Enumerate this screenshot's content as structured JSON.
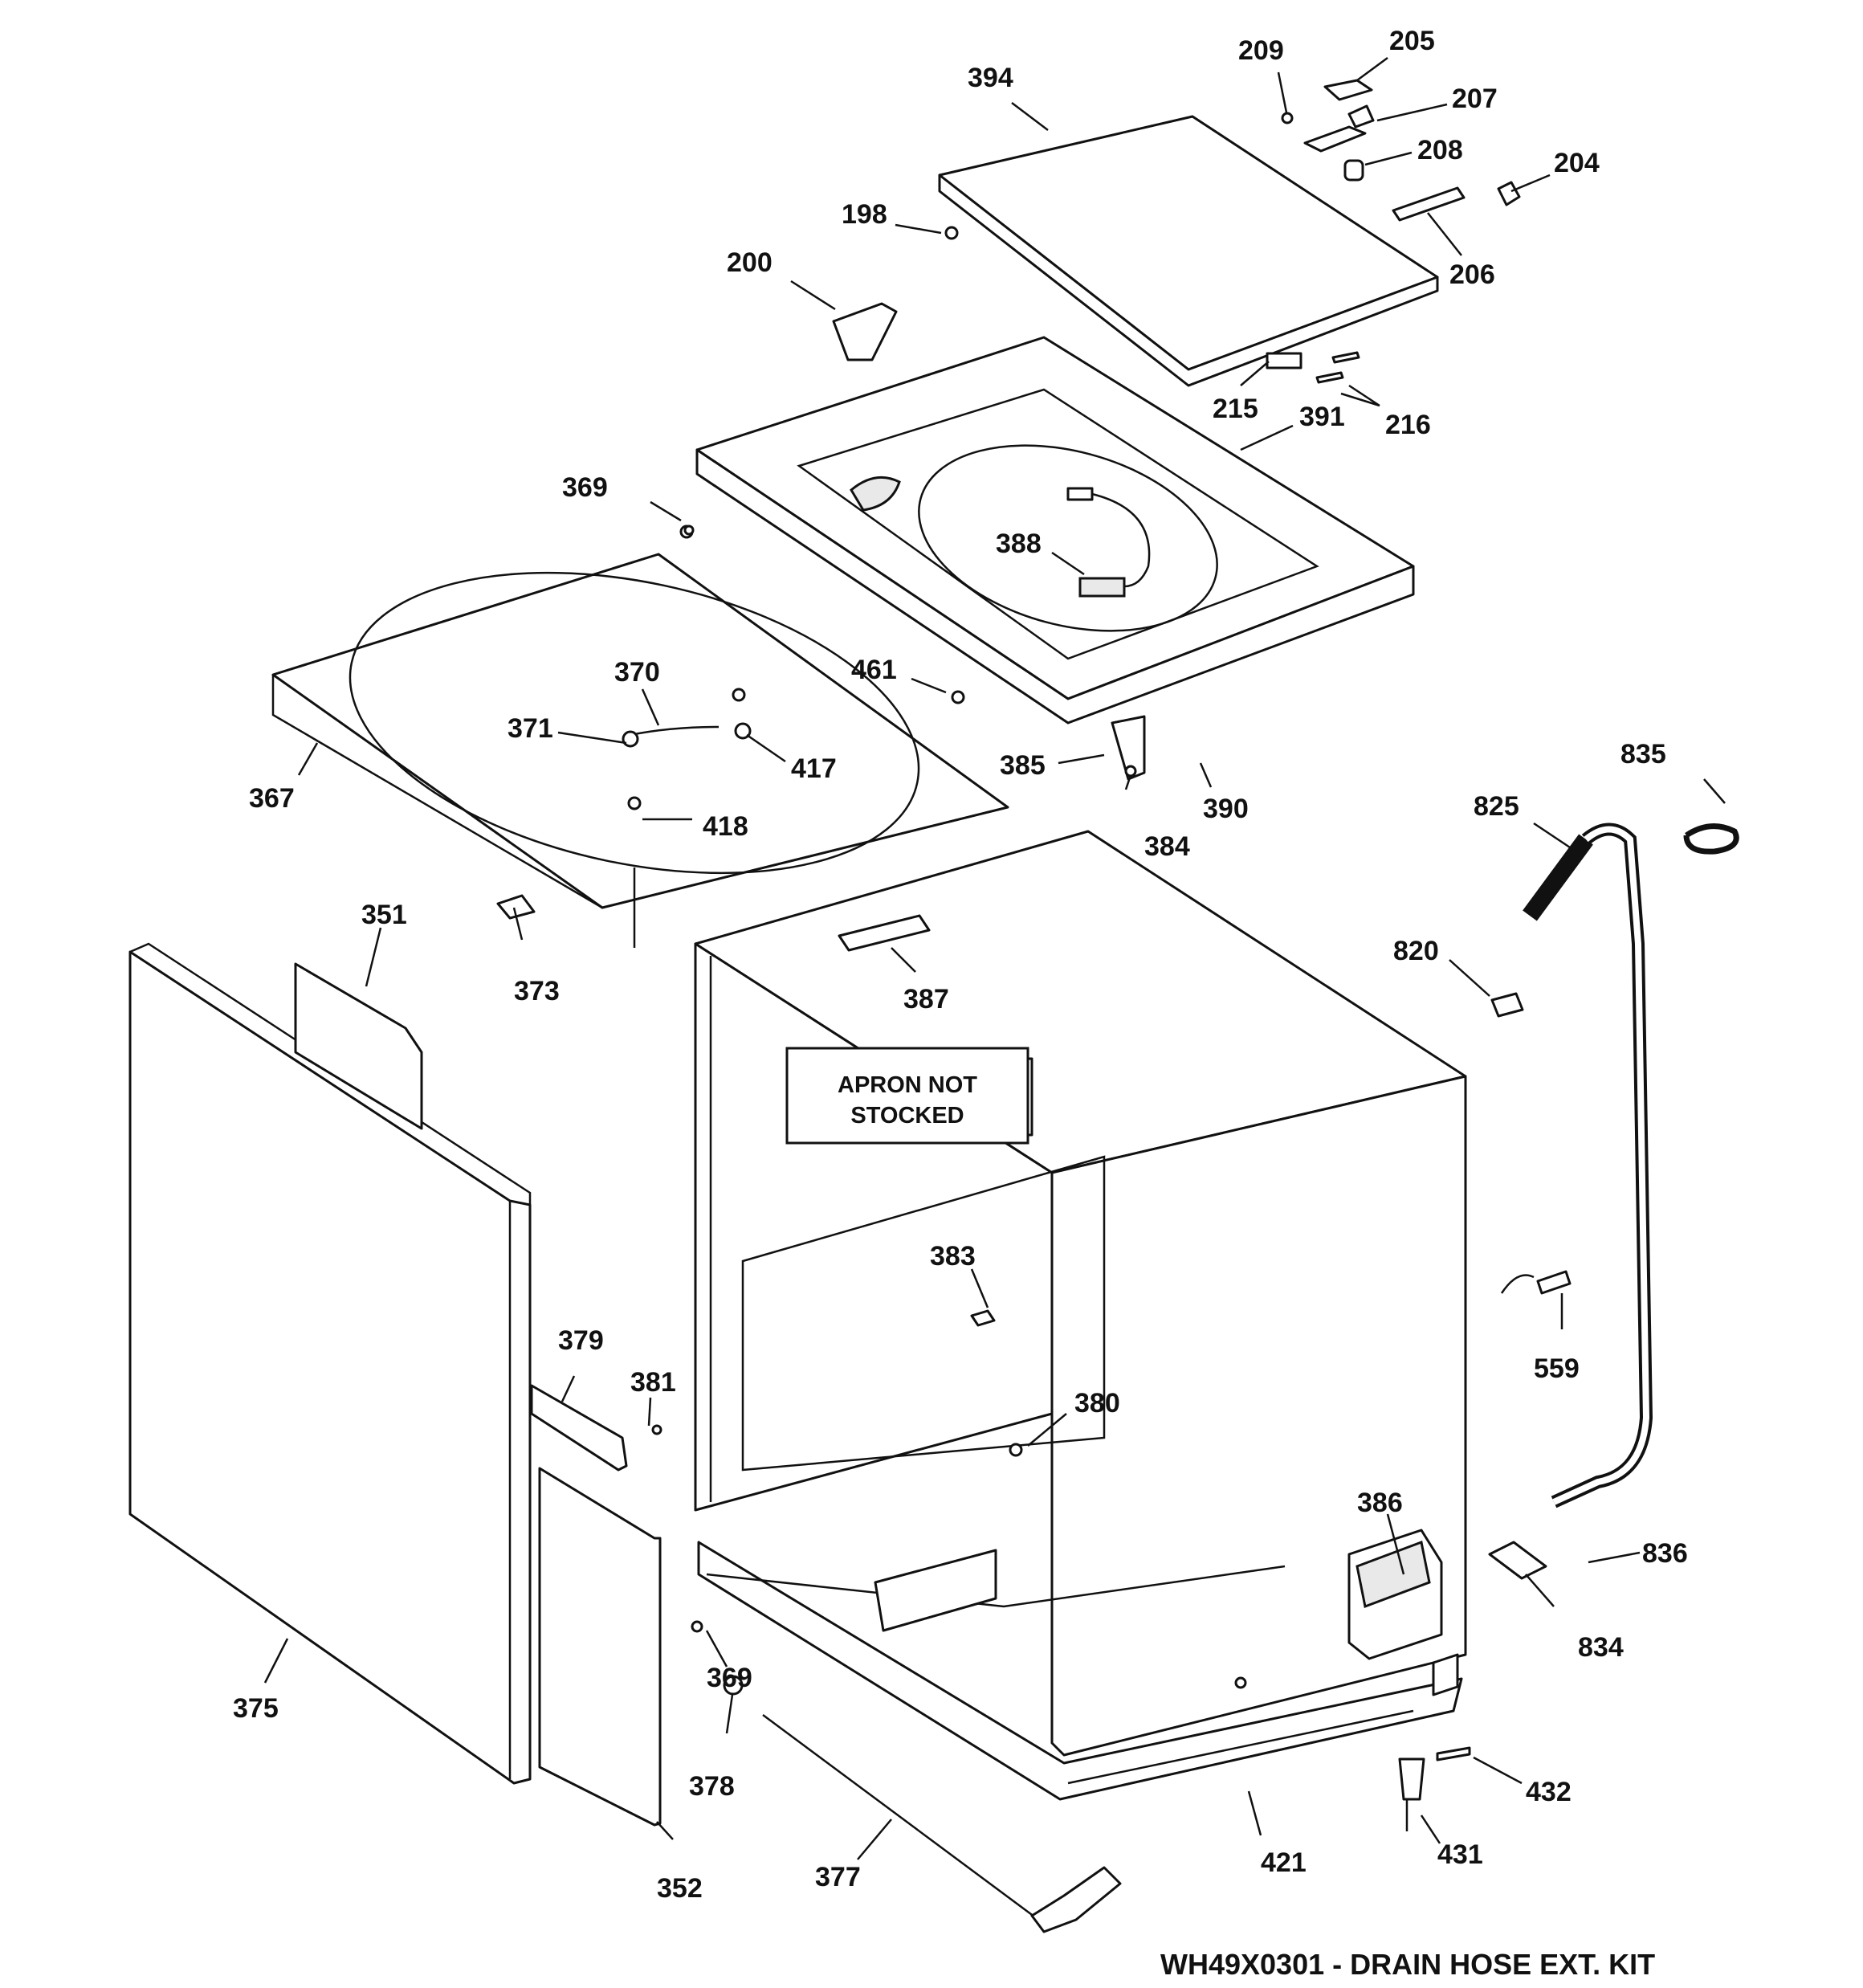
{
  "parts": {
    "p394": "394",
    "p209": "209",
    "p205": "205",
    "p207": "207",
    "p208": "208",
    "p204": "204",
    "p206": "206",
    "p198": "198",
    "p200": "200",
    "p215": "215",
    "p391": "391",
    "p216": "216",
    "p369_top": "369",
    "p388": "388",
    "p370": "370",
    "p461": "461",
    "p371": "371",
    "p417": "417",
    "p385": "385",
    "p390": "390",
    "p367": "367",
    "p418": "418",
    "p384": "384",
    "p835": "835",
    "p825": "825",
    "p351": "351",
    "p373": "373",
    "p387": "387",
    "p820": "820",
    "p383": "383",
    "p379": "379",
    "p381": "381",
    "p559": "559",
    "p380": "380",
    "p386": "386",
    "p836": "836",
    "p375": "375",
    "p369_bottom": "369",
    "p834": "834",
    "p378": "378",
    "p432": "432",
    "p352": "352",
    "p377": "377",
    "p421": "421",
    "p431": "431"
  },
  "note": {
    "line1": "APRON NOT",
    "line2": "STOCKED"
  },
  "footer": {
    "kit_text": "WH49X0301 - DRAIN HOSE EXT. KIT"
  }
}
